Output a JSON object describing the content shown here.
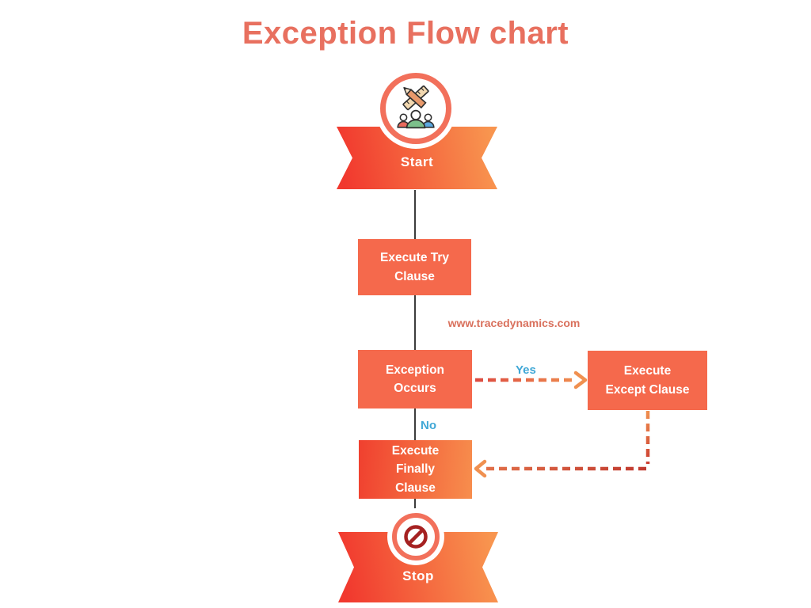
{
  "title": "Exception Flow chart",
  "watermark": "www.tracedynamics.com",
  "nodes": {
    "start": "Start",
    "try": "Execute Try\nClause",
    "exception": "Exception\nOccurs",
    "except": "Execute\nExcept Clause",
    "finally": "Execute\nFinally\nClause",
    "stop": "Stop"
  },
  "edge_labels": {
    "yes": "Yes",
    "no": "No"
  },
  "edges": [
    {
      "from": "Start",
      "to": "Execute Try Clause",
      "label": ""
    },
    {
      "from": "Execute Try Clause",
      "to": "Exception Occurs",
      "label": ""
    },
    {
      "from": "Exception Occurs",
      "to": "Execute Except Clause",
      "label": "Yes"
    },
    {
      "from": "Exception Occurs",
      "to": "Execute Finally Clause",
      "label": "No"
    },
    {
      "from": "Execute Except Clause",
      "to": "Execute Finally Clause",
      "label": ""
    },
    {
      "from": "Execute Finally Clause",
      "to": "Stop",
      "label": ""
    }
  ],
  "icons": {
    "start": "team-design-tools-icon",
    "stop": "prohibition-icon"
  },
  "colors": {
    "title": "#E8705F",
    "box_solid": "#F5694C",
    "banner_gradient_start": "#F1382E",
    "banner_gradient_end": "#F8954F",
    "circle_ring": "#F2705B",
    "edge_label_blue": "#3FA7D6",
    "connector_dark": "#3C3C3C",
    "dash_dark_red": "#C9382F",
    "dash_orange": "#F09050",
    "prohibition_sign": "#A52121"
  }
}
